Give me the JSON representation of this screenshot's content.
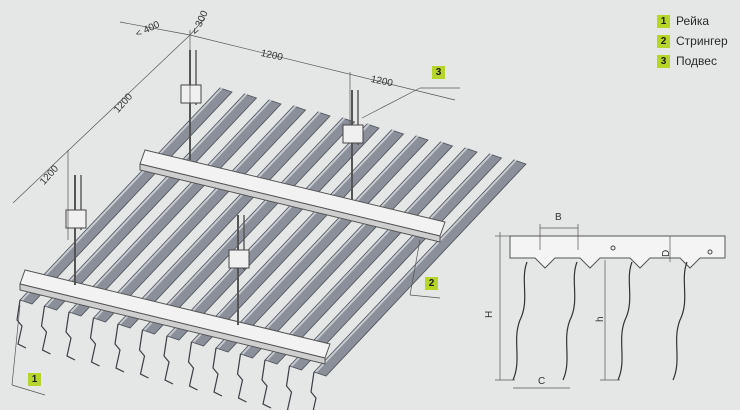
{
  "legend": [
    {
      "num": "1",
      "label": "Рейка"
    },
    {
      "num": "2",
      "label": "Стрингер"
    },
    {
      "num": "3",
      "label": "Подвес"
    }
  ],
  "callouts": {
    "c1": "1",
    "c2": "2",
    "c3": "3"
  },
  "dimensions": {
    "d400": "< 400",
    "d300": "< 300",
    "d1200_top": "1200",
    "d1200_top2": "1200",
    "d1200_left": "1200",
    "d1200_left2": "1200"
  },
  "detail_labels": {
    "b": "B",
    "d": "D",
    "h_big": "H",
    "h_small": "h",
    "c": "C"
  },
  "colors": {
    "green": "#b6d52a",
    "slat": "#8a8f99",
    "stringer": "#ececec"
  }
}
